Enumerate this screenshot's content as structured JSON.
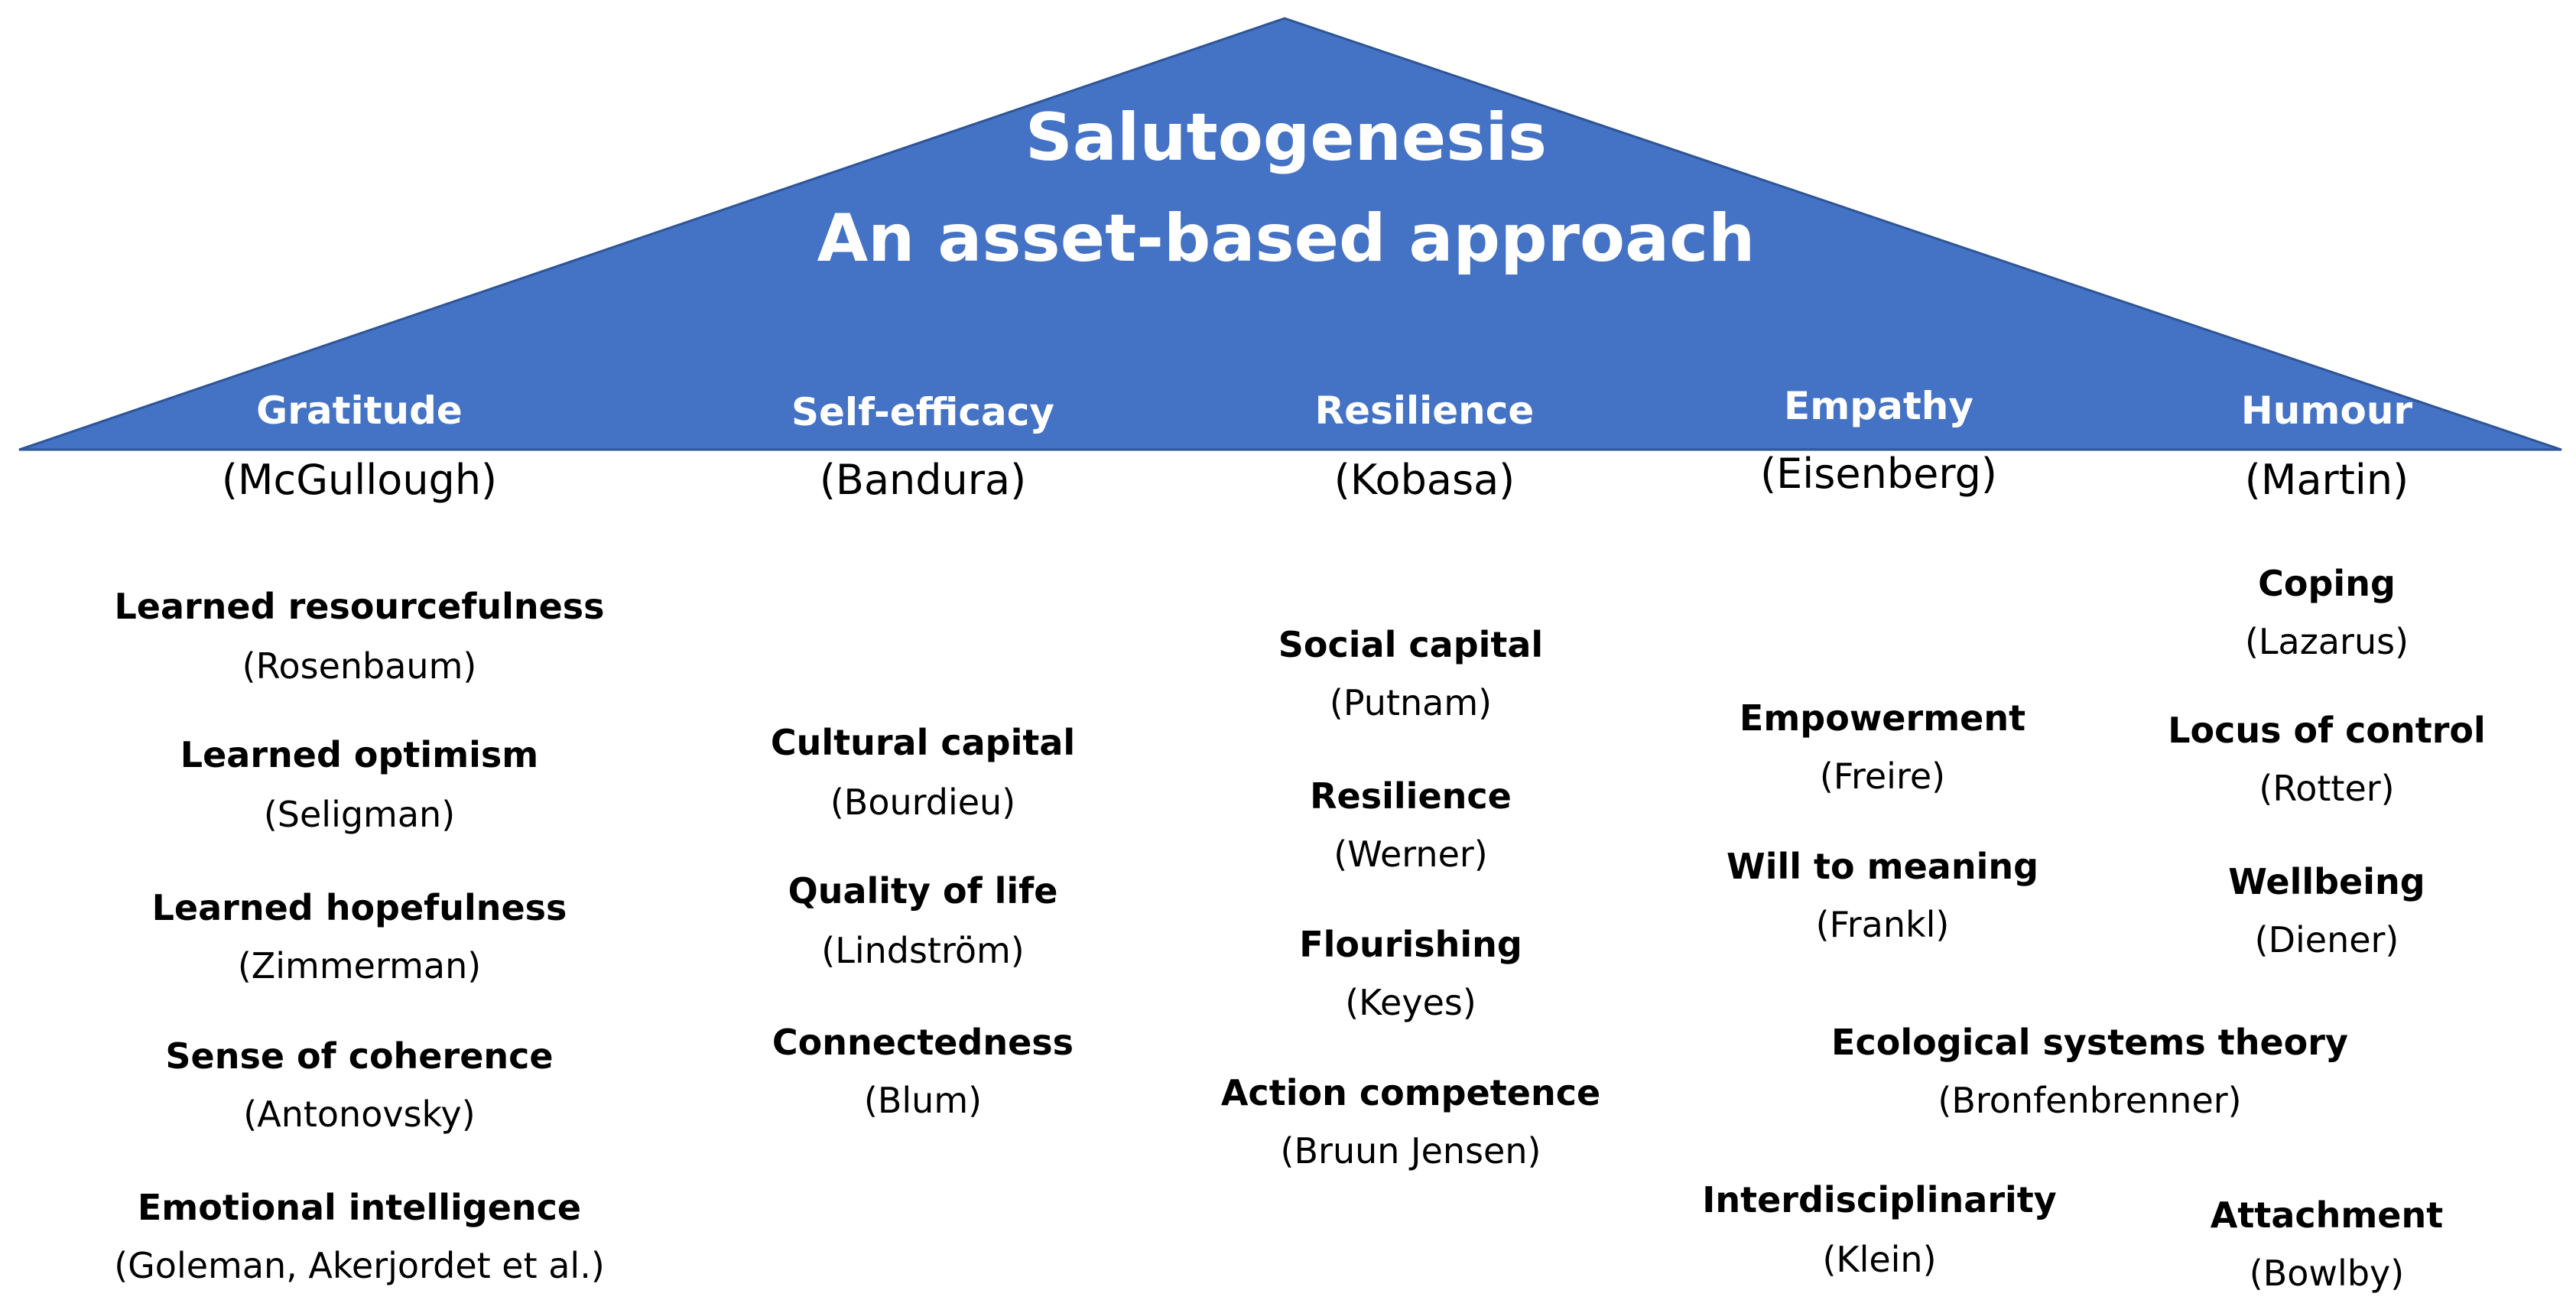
{
  "roof": {
    "title_line1": "Salutogenesis",
    "title_line2": "An asset-based approach",
    "fill_color": "#4472C4"
  },
  "pillars": [
    {
      "name": "Gratitude",
      "author": "(McGullough)"
    },
    {
      "name": "Self-efficacy",
      "author": "(Bandura)"
    },
    {
      "name": "Resilience",
      "author": "(Kobasa)"
    },
    {
      "name": "Empathy",
      "author": "(Eisenberg)"
    },
    {
      "name": "Humour",
      "author": "(Martin)"
    }
  ],
  "concepts": {
    "col1": [
      {
        "name": "Learned resourcefulness",
        "author": "(Rosenbaum)"
      },
      {
        "name": "Learned optimism",
        "author": "(Seligman)"
      },
      {
        "name": "Learned hopefulness",
        "author": "(Zimmerman)"
      },
      {
        "name": "Sense of coherence",
        "author": "(Antonovsky)"
      },
      {
        "name": "Emotional intelligence",
        "author": "(Goleman, Akerjordet et al.)"
      }
    ],
    "col2": [
      {
        "name": "Cultural capital",
        "author": "(Bourdieu)"
      },
      {
        "name": "Quality of life",
        "author": "(Lindström)"
      },
      {
        "name": "Connectedness",
        "author": "(Blum)"
      }
    ],
    "col3": [
      {
        "name": "Social capital",
        "author": "(Putnam)"
      },
      {
        "name": "Resilience",
        "author": "(Werner)"
      },
      {
        "name": "Flourishing",
        "author": "(Keyes)"
      },
      {
        "name": "Action competence",
        "author": "(Bruun Jensen)"
      }
    ],
    "col4": [
      {
        "name": "Empowerment",
        "author": "(Freire)"
      },
      {
        "name": "Will to meaning",
        "author": "(Frankl)"
      }
    ],
    "col5": [
      {
        "name": "Coping",
        "author": "(Lazarus)"
      },
      {
        "name": "Locus of control",
        "author": "(Rotter)"
      },
      {
        "name": "Wellbeing",
        "author": "(Diener)"
      }
    ],
    "ecological": {
      "name": "Ecological systems theory",
      "author": "(Bronfenbrenner)"
    },
    "interdisciplinarity": {
      "name": "Interdisciplinarity",
      "author": "(Klein)"
    },
    "attachment": {
      "name": "Attachment",
      "author": "(Bowlby)"
    }
  }
}
